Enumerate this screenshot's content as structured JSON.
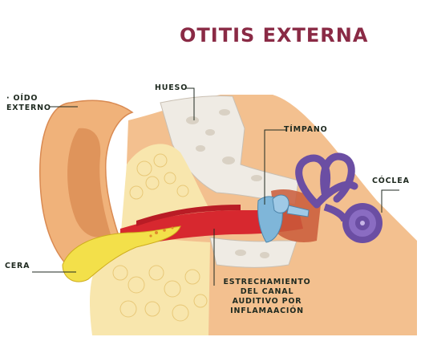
{
  "title": "OTITIS EXTERNA",
  "labels": {
    "oido_externo": "· OÍDO\nEXTERNO",
    "hueso": "HUESO",
    "timpano": "TÍMPANO",
    "coclea": "CÓCLEA",
    "cera": "CERA",
    "estrechamiento": "ESTRECHAMIENTO\nDEL CANAL\nAUDITIVO POR\nINFLAMAACIÓN"
  },
  "colors": {
    "title": "#8a2a45",
    "label": "#1f2a20",
    "skin": "#f0b27a",
    "skin_dark": "#d98a52",
    "fat": "#f7e3a4",
    "bone": "#eeeae3",
    "canal": "#d7282f",
    "inner_ear": "#6b4ea3",
    "eardrum": "#7fb6d9",
    "wax": "#f3e04a"
  }
}
